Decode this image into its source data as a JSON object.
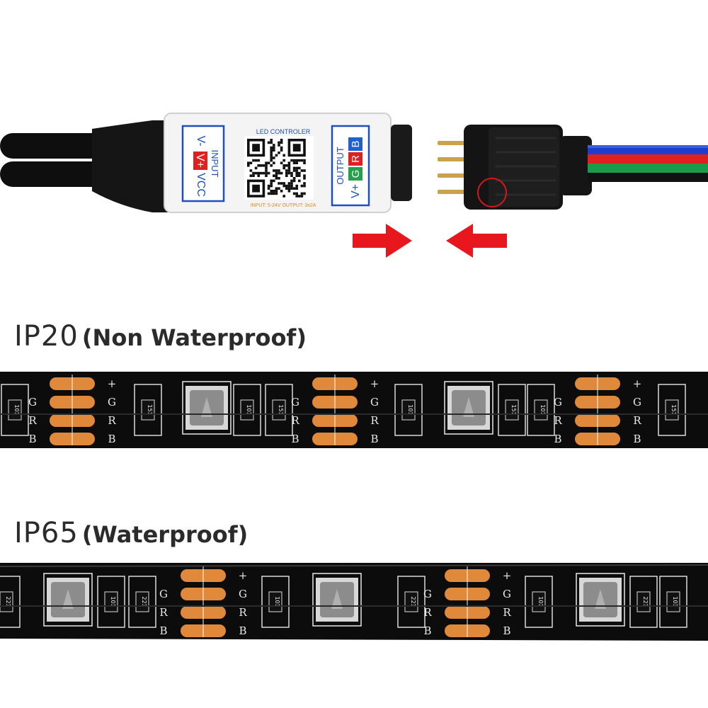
{
  "controller": {
    "title": "LED CONTROLER",
    "input_label": "INPUT",
    "input_pins": [
      "V-",
      "V+",
      "VCC"
    ],
    "output_label": "OUTPUT",
    "output_pins": [
      "V+",
      "G",
      "R",
      "B"
    ],
    "spec": "INPUT: 5-24V  OUTPUT: 3x2A",
    "colors": {
      "body": "#f4f4f4",
      "border": "#1f4fbf",
      "red": "#e02020",
      "green": "#22a04a",
      "blue": "#1f5fd0"
    }
  },
  "arrows": {
    "color": "#e8161d",
    "icon": "arrow-icon"
  },
  "wires": [
    "#1d3fd0",
    "#e02020",
    "#1a9b4a",
    "#111111"
  ],
  "strips": [
    {
      "code": "IP20",
      "note": "(Non Waterproof)",
      "pad_labels": [
        "+",
        "G",
        "R",
        "B"
      ],
      "resistor_labels": [
        "101",
        "151"
      ]
    },
    {
      "code": "IP65",
      "note": "(Waterproof)",
      "pad_labels": [
        "+",
        "G",
        "R",
        "B"
      ],
      "resistor_labels": [
        "221",
        "101"
      ]
    }
  ],
  "pcb_colors": {
    "board": "#0c0c0c",
    "pad": "#e0893a",
    "trace": "#e8e8e8",
    "led": "#8c8c8c"
  }
}
